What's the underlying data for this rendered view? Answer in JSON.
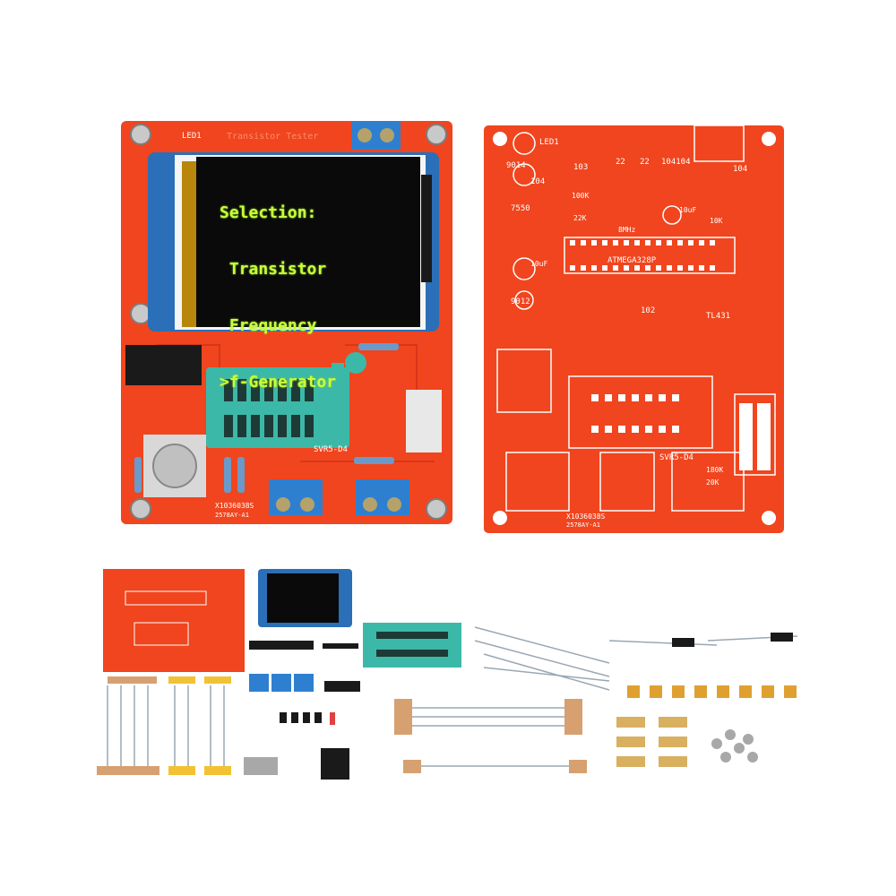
{
  "lcd": {
    "lines": [
      "Selection:",
      " Transistor",
      " Frequency",
      ">f-Generator"
    ]
  },
  "assembled_board": {
    "silk_top": "Transistor Tester",
    "label_led": "LED1",
    "label_socket": "SVR5-D4",
    "label_code": "X1036038S",
    "label_code2": "2578AY-A1"
  },
  "bare_board": {
    "label_chip": "ATMEGA328P",
    "label_led": "LED1",
    "label_tl431": "TL431",
    "label_crystal": "8MHz",
    "label_socket": "SVR5-D4",
    "label_code": "X1036038S",
    "label_code2": "2578AY-A1",
    "label_9014": "9014",
    "label_7550": "7550",
    "label_9012": "9012",
    "label_104a": "104",
    "label_103": "103",
    "label_22a": "22",
    "label_22b": "22",
    "label_104104": "104104",
    "label_104b": "104",
    "label_10uf": "10uF",
    "label_10uf2": "10uF",
    "label_102": "102",
    "label_100k": "100K",
    "label_22k": "22K",
    "label_10k": "10K",
    "label_180k": "180K",
    "label_20k": "20K"
  },
  "colors": {
    "pcb": "#f0451e",
    "pcb_dark": "#d8361a",
    "lcd_bezel": "#2a6fb8",
    "lcd_text": "#c8ff3a",
    "zif": "#3cb8a8",
    "terminal": "#2f7fd0",
    "screen": "#0a0a0a"
  }
}
